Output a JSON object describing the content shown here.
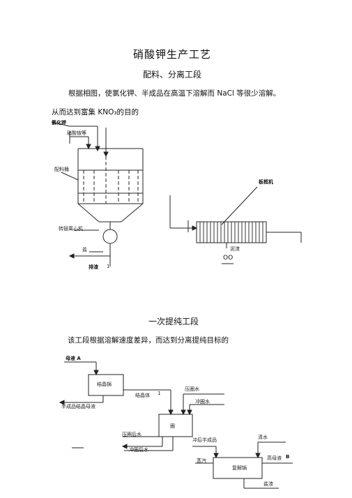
{
  "title": "硝酸钾生产工艺",
  "section1": {
    "heading": "配料、分离工段",
    "para_line1": "根据相图，使氯化钾、半成品在高温下溶解而 NaCl 等很少溶解。",
    "para_line2": "从而达到富集 KNO₃的目的",
    "labels": {
      "kcl": "氯化钾",
      "nitrate_etc": "硝酸铵等",
      "mixing_tank": "配料桶",
      "centrifuge": "转鼓离心机",
      "salt": "盐",
      "discharge": "排渣",
      "discharge_num": "1",
      "filter_press": "板框机",
      "mud": "泥渣",
      "oo": "OO"
    }
  },
  "section2": {
    "heading": "一次提纯工段",
    "para": "该工段根据溶解速度差异，而达到分离提纯目标的",
    "labels": {
      "mother_a": "母液 A",
      "crystal_pot": "结晶锅",
      "crystal_body": "结晶体",
      "one": "1",
      "semi_mother": "半成品结晶母液",
      "press_water": "压圈水",
      "wash_water": "冲圈水",
      "circle": "圈",
      "press_after": "压圈后水",
      "wash_after": "冲圈后水",
      "washed_semi": "冲后半成品",
      "clear_water": "清水",
      "steam": "蒸汽",
      "redissolve": "复解锅",
      "high_mother_b": "高母液",
      "b": "B",
      "salt_residue": "盐渣"
    }
  }
}
